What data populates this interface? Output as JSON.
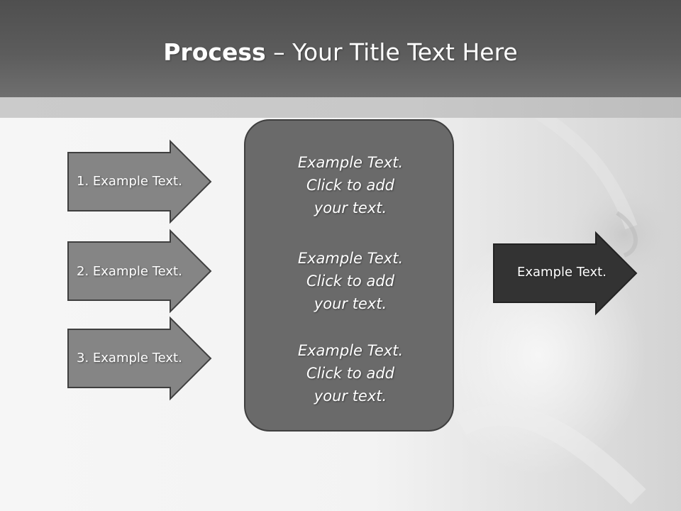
{
  "title": {
    "bold": "Process",
    "rest": " – Your Title Text Here"
  },
  "inputs": [
    {
      "label": "1. Example Text."
    },
    {
      "label": "2. Example Text."
    },
    {
      "label": "3. Example Text."
    }
  ],
  "center_box": {
    "blocks": [
      {
        "lines": [
          "Example Text.",
          "Click  to add",
          "your text."
        ]
      },
      {
        "lines": [
          "Example Text.",
          "Click  to add",
          "your text."
        ]
      },
      {
        "lines": [
          "Example Text.",
          "Click  to add",
          "your text."
        ]
      }
    ]
  },
  "output": {
    "label": "Example Text."
  },
  "colors": {
    "title_bar": "#5c5c5c",
    "input_arrow_fill": "#858585",
    "center_fill": "#6a6a6a",
    "output_arrow_fill": "#333333",
    "outline": "#3f3f3f",
    "text": "#ffffff"
  }
}
